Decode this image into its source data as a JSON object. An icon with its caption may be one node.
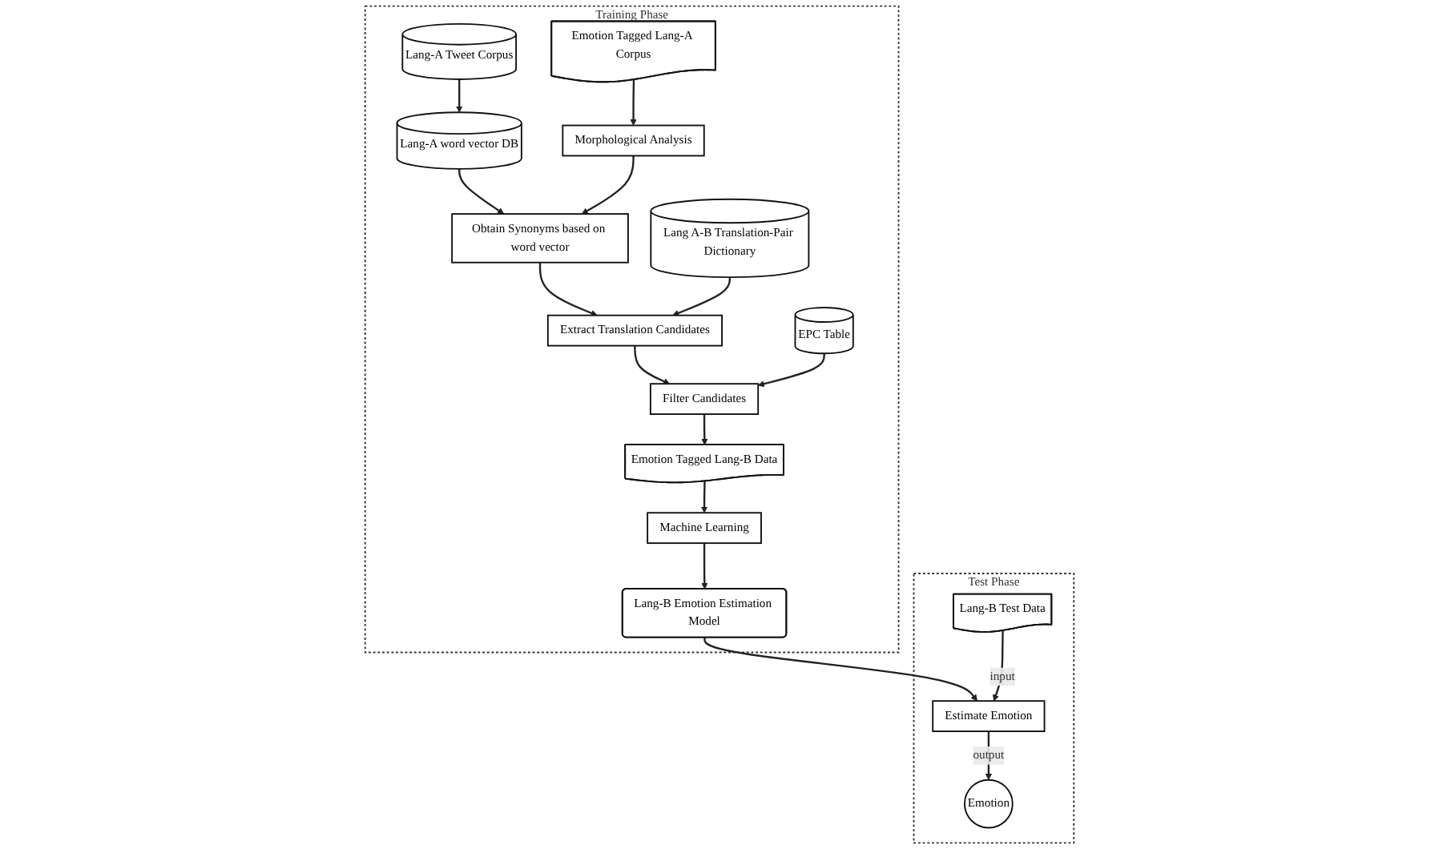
{
  "diagram": {
    "nodes": [
      {
        "text": [
          "Training Phase"
        ]
      },
      {
        "text": [
          "Lang-A Tweet Corpus"
        ],
        "in": 0
      },
      {
        "text": [
          "Lang-A word vector DB"
        ],
        "in": 0
      },
      {
        "text": [
          "Lang A-B Translation-Pair Dictionary"
        ],
        "in": 0
      },
      {
        "text": [
          "EPC Table"
        ],
        "in": 0
      },
      {
        "text": [
          "Emotion Tagged Lang-A Corpus"
        ],
        "in": 0
      },
      {
        "text": [
          "Morphological Analysis"
        ],
        "in": 0
      },
      {
        "text": [
          "Obtain Synonyms based on word vector"
        ],
        "in": 0
      },
      {
        "text": [
          "Extract Translation Candidates"
        ],
        "in": 0
      },
      {
        "text": [
          "Filter Candidates"
        ],
        "in": 0
      },
      {
        "text": [
          "Emotion Tagged Lang-B Data"
        ],
        "in": 0
      },
      {
        "text": [
          "Machine Learning"
        ],
        "in": 0
      },
      {
        "text": [
          "Lang-B Emotion Estimation Model"
        ],
        "in": 0
      },
      {
        "text": [
          "Test Phase"
        ]
      },
      {
        "text": [
          "Lang-B Test Data"
        ],
        "in": 13
      },
      {
        "text": [
          "Estimate Emotion"
        ],
        "in": 13
      },
      {
        "text": [
          "Emotion"
        ],
        "in": 13
      }
    ],
    "edges": [
      {
        "from": 1,
        "to": 2,
        "arrow": "to"
      },
      {
        "from": 2,
        "to": 7,
        "arrow": "to"
      },
      {
        "from": 5,
        "to": 6,
        "arrow": "to"
      },
      {
        "from": 6,
        "to": 7,
        "arrow": "to"
      },
      {
        "from": 7,
        "to": 8,
        "arrow": "to"
      },
      {
        "from": 3,
        "to": 8,
        "arrow": "to"
      },
      {
        "from": 8,
        "to": 9,
        "arrow": "to"
      },
      {
        "from": 4,
        "to": 9,
        "arrow": "to"
      },
      {
        "from": 9,
        "to": 10,
        "arrow": "to"
      },
      {
        "from": 10,
        "to": 11,
        "arrow": "to"
      },
      {
        "from": 11,
        "to": 12,
        "arrow": "to"
      },
      {
        "from": 12,
        "to": 15,
        "arrow": "to"
      },
      {
        "from": 14,
        "to": 15,
        "label": "input",
        "arrow": "to"
      },
      {
        "from": 15,
        "to": 16,
        "label": "output",
        "arrow": "to"
      }
    ]
  }
}
